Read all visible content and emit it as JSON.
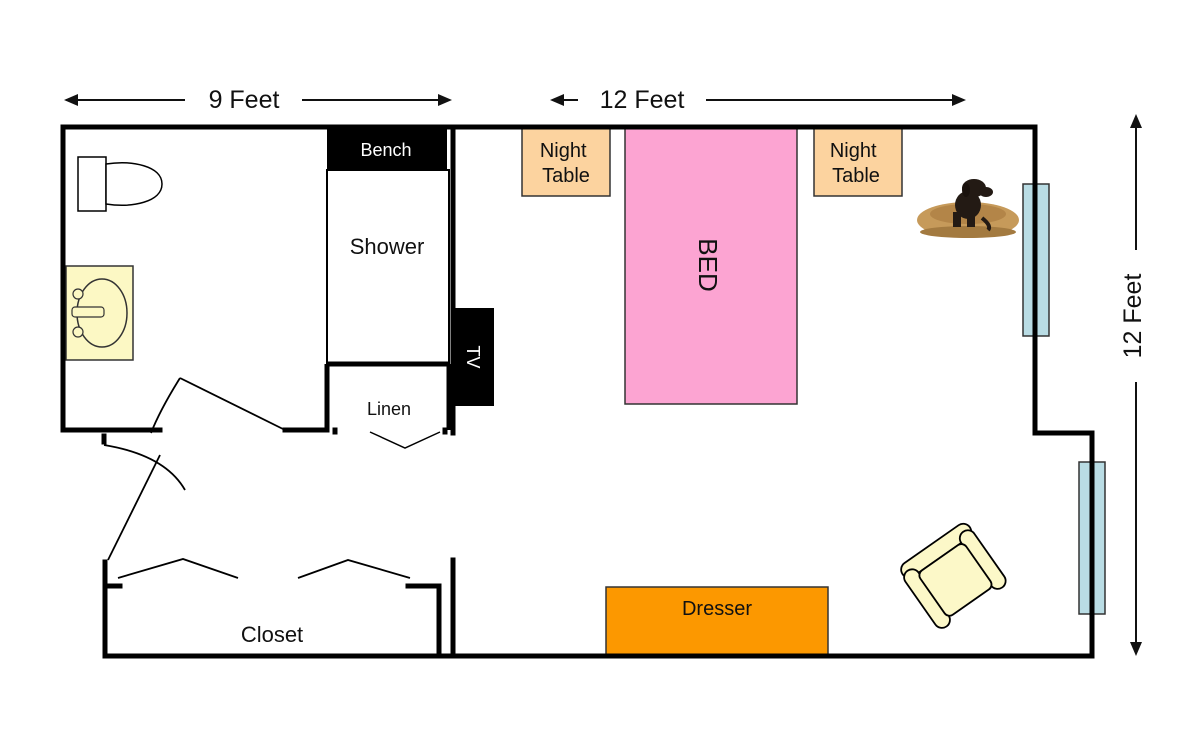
{
  "dimensions": {
    "bath_width": "9 Feet",
    "bedroom_width": "12 Feet",
    "bedroom_height": "12 Feet"
  },
  "labels": {
    "bench": "Bench",
    "shower": "Shower",
    "linen": "Linen",
    "tv": "TV",
    "night_table_left": [
      "Night",
      "Table"
    ],
    "night_table_right": [
      "Night",
      "Table"
    ],
    "bed": "BED",
    "dresser": "Dresser",
    "closet": "Closet"
  },
  "colors": {
    "wall": "#000000",
    "bench": "#000000",
    "tv": "#000000",
    "night_table": "#fcd39f",
    "bed": "#fca4d2",
    "dresser": "#fc9800",
    "window": "#b9dce4",
    "sink": "#fcf8c4",
    "chair": "#fcf8c8",
    "dog_bed": "#c69a5a"
  },
  "icons": {
    "toilet": "toilet-icon",
    "sink": "sink-icon",
    "chair": "armchair-icon",
    "dog": "dog-on-bed-icon"
  }
}
